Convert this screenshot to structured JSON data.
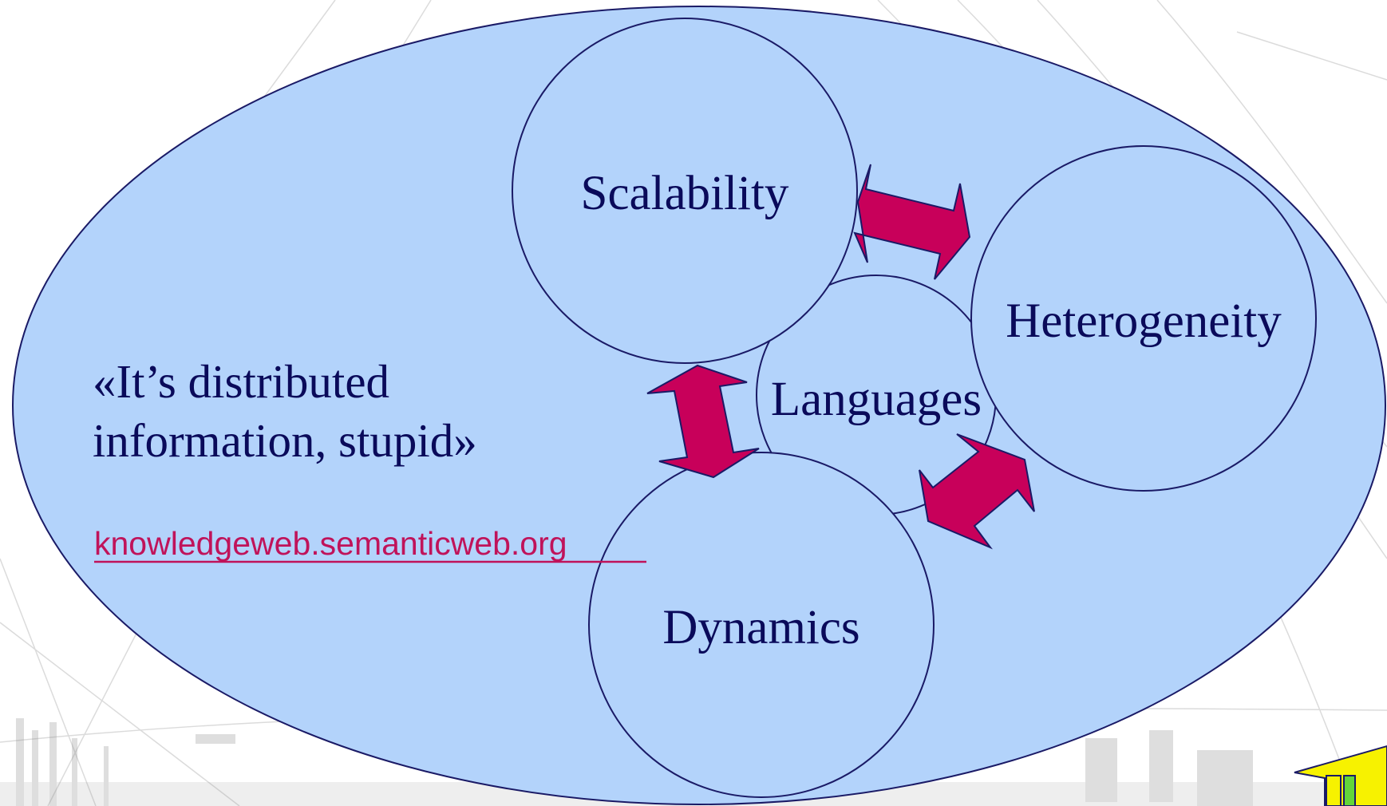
{
  "diagram": {
    "colors": {
      "outer_fill": "#b3d3fb",
      "circle_fill": "#b3d3fb",
      "stroke": "#1a1a66",
      "arrow_fill": "#c8005a",
      "text": "#0a0a5a",
      "link": "#c0135a"
    },
    "circles": {
      "scalability": "Scalability",
      "heterogeneity": "Heterogeneity",
      "languages": "Languages",
      "dynamics": "Dynamics"
    },
    "quote_line1": "«It’s distributed",
    "quote_line2": "information, stupid»",
    "link_text": "knowledgeweb.semanticweb.org"
  },
  "nav": {
    "up_arrow_icon": "up-arrow-icon"
  }
}
